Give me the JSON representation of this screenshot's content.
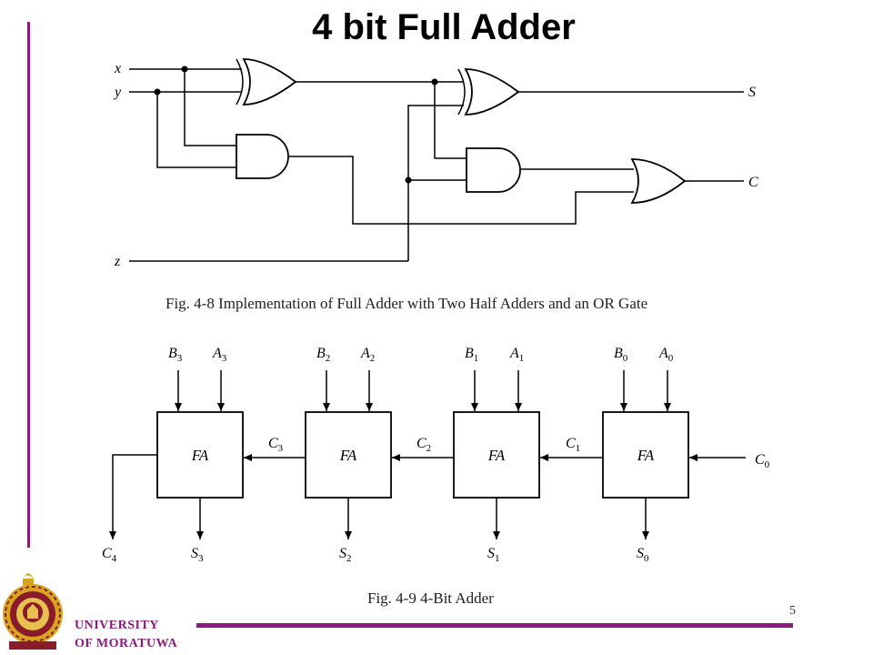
{
  "title": "4 bit Full Adder",
  "fig1": {
    "inputs": [
      "x",
      "y",
      "z"
    ],
    "outputs": [
      "S",
      "C"
    ],
    "caption": "Fig. 4-8  Implementation of Full Adder with Two Half Adders and an OR Gate"
  },
  "fig2": {
    "caption": "Fig. 4-9  4-Bit Adder",
    "block_label": "FA",
    "stages": [
      {
        "b": "B",
        "b_sub": "3",
        "a": "A",
        "a_sub": "3",
        "s": "S",
        "s_sub": "3"
      },
      {
        "b": "B",
        "b_sub": "2",
        "a": "A",
        "a_sub": "2",
        "s": "S",
        "s_sub": "2"
      },
      {
        "b": "B",
        "b_sub": "1",
        "a": "A",
        "a_sub": "1",
        "s": "S",
        "s_sub": "1"
      },
      {
        "b": "B",
        "b_sub": "0",
        "a": "A",
        "a_sub": "0",
        "s": "S",
        "s_sub": "0"
      }
    ],
    "carries": [
      {
        "c": "C",
        "sub": "3"
      },
      {
        "c": "C",
        "sub": "2"
      },
      {
        "c": "C",
        "sub": "1"
      }
    ],
    "carry_in": {
      "c": "C",
      "sub": "0"
    },
    "carry_out": {
      "c": "C",
      "sub": "4"
    }
  },
  "footer": {
    "university_line1": "UNIVERSITY",
    "university_line2": "OF MORATUWA",
    "page_number": "5"
  },
  "colors": {
    "accent": "#8b1a7a",
    "logo_gold": "#d9a520",
    "logo_maroon": "#8a1c2a"
  }
}
